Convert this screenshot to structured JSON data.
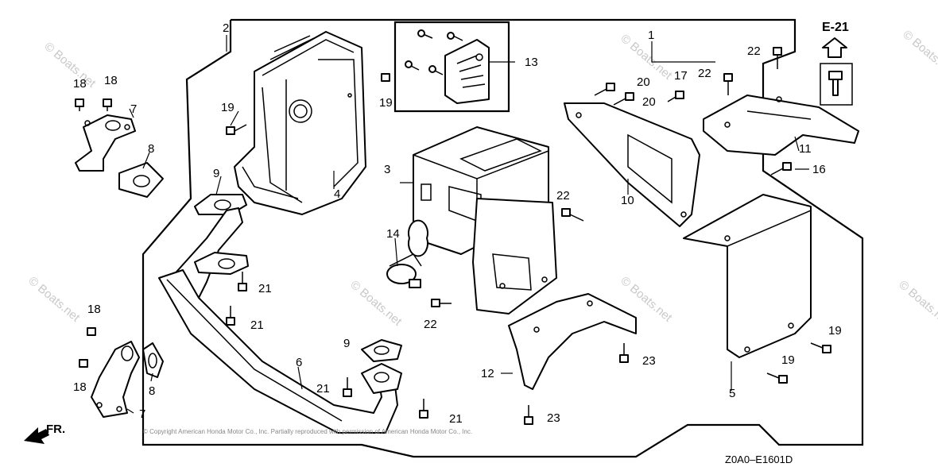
{
  "diagram": {
    "reference": "E-21",
    "drawing_code": "Z0A0–E1601D",
    "front_marker": "FR.",
    "watermark": "© Boats.net",
    "copyright_line": "© Copyright American Honda Motor Co., Inc. Partially reproduced with permission of American Honda Motor Co., Inc.",
    "callouts": {
      "c1": "1",
      "c2": "2",
      "c3": "3",
      "c4": "4",
      "c5": "5",
      "c6": "6",
      "c7a": "7",
      "c7b": "7",
      "c8a": "8",
      "c8b": "8",
      "c9a": "9",
      "c9b": "9",
      "c10": "10",
      "c11": "11",
      "c12": "12",
      "c13": "13",
      "c14": "14",
      "c16": "16",
      "c17": "17",
      "c18a": "18",
      "c18b": "18",
      "c18c": "18",
      "c18d": "18",
      "c19a": "19",
      "c19b": "19",
      "c19c": "19",
      "c19d": "19",
      "c20a": "20",
      "c20b": "20",
      "c21a": "21",
      "c21b": "21",
      "c21c": "21",
      "c21d": "21",
      "c22a": "22",
      "c22b": "22",
      "c22c": "22",
      "c22d": "22",
      "c23a": "23",
      "c23b": "23"
    }
  }
}
